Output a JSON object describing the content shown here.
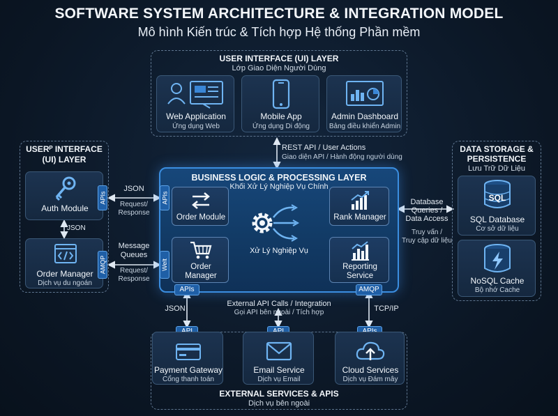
{
  "title": "SOFTWARE SYSTEM ARCHITECTURE & INTEGRATION MODEL",
  "subtitle": "Mô hình Kiến trúc & Tích hợp Hệ thống Phần mềm",
  "ui_layer": {
    "title": "USER INTERFACE (UI) LAYER",
    "sub": "Lớp Giao Diện Người Dùng",
    "cards": [
      {
        "title": "Web Application",
        "sub": "Ứng dụng Web",
        "icon": "web-app-icon"
      },
      {
        "title": "Mobile App",
        "sub": "Ứng dụng Di động",
        "icon": "mobile-icon"
      },
      {
        "title": "Admin Dashboard",
        "sub": "Bảng điều khiển Admin",
        "icon": "dashboard-icon"
      }
    ]
  },
  "left_layer": {
    "title_line1": "USERᴾ INTERFACE",
    "title_line2": "(UI) LAYER",
    "cards": [
      {
        "title": "Auth Module",
        "sub": "",
        "icon": "key-icon"
      },
      {
        "title": "Order Manager",
        "sub": "Dịch vụ du ngoán",
        "icon": "code-icon"
      }
    ],
    "link_label": "JSON"
  },
  "core": {
    "title": "BUSINESS LOGIC & PROCESSING LAYER",
    "sub": "Khối Xử Lý Nghiệp Vụ Chính",
    "center_label": "Xử Lý Nghiệp Vụ",
    "cards": [
      {
        "title": "Order Module",
        "icon": "swap-arrows-icon"
      },
      {
        "title": "Rank Manager",
        "icon": "bar-chart-icon"
      },
      {
        "title_line1": "Order",
        "title_line2": "Manager",
        "icon": "cart-icon"
      },
      {
        "title_line1": "Reporting",
        "title_line2": "Service",
        "icon": "report-icon"
      }
    ],
    "tags": {
      "left_top": "APIs",
      "left_bottom": "Welt",
      "bottom_left": "APIs",
      "bottom_right": "AMQP"
    }
  },
  "left_links": {
    "top_tag": "APIs",
    "bottom_tag": "AMQP",
    "top_label": "JSON",
    "top_sub1": "Request/",
    "top_sub2": "Response",
    "bottom_label1": "Message",
    "bottom_label2": "Queues",
    "bottom_sub1": "Request/",
    "bottom_sub2": "Response"
  },
  "top_link": {
    "line1": "REST API / User Actions",
    "line2": "Giao diện API / Hành động người dùng"
  },
  "right_link": {
    "line1": "Database",
    "line2": "Queries /",
    "line3": "Data Access",
    "line4": "Truy vấn /",
    "line5": "Truy cập dữ liệu"
  },
  "storage": {
    "title_line1": "DATA STORAGE &",
    "title_line2": "PERSISTENCE",
    "sub": "Lưu Trữ Dữ Liệu",
    "cards": [
      {
        "title": "SQL Database",
        "sub": "Cơ sở dữ liệu",
        "icon": "sql-database-icon",
        "badge": "SQL"
      },
      {
        "title": "NoSQL Cache",
        "sub": "Bộ nhớ Cache",
        "icon": "nosql-cache-icon"
      }
    ]
  },
  "bottom_links": {
    "left": "JSON",
    "center_line1": "External API Calls / Integration",
    "center_line2": "Gọi API bên ngoài / Tích hợp",
    "right": "TCP/IP"
  },
  "external": {
    "title": "EXTERNAL SERVICES & APIS",
    "sub": "Dịch vụ bên ngoài",
    "cards": [
      {
        "tag": "API",
        "title": "Payment Gateway",
        "sub": "Cổng thanh toán",
        "icon": "credit-card-icon"
      },
      {
        "tag": "API",
        "title": "Email Service",
        "sub": "Dịch vụ Email",
        "icon": "envelope-icon"
      },
      {
        "tag": "APIs",
        "title": "Cloud Services",
        "sub": "Dịch vụ Đám mây",
        "icon": "cloud-upload-icon"
      }
    ]
  },
  "colors": {
    "accent": "#3b8ee0",
    "background": "#0d1a2a",
    "tag": "#1f5fa6"
  }
}
